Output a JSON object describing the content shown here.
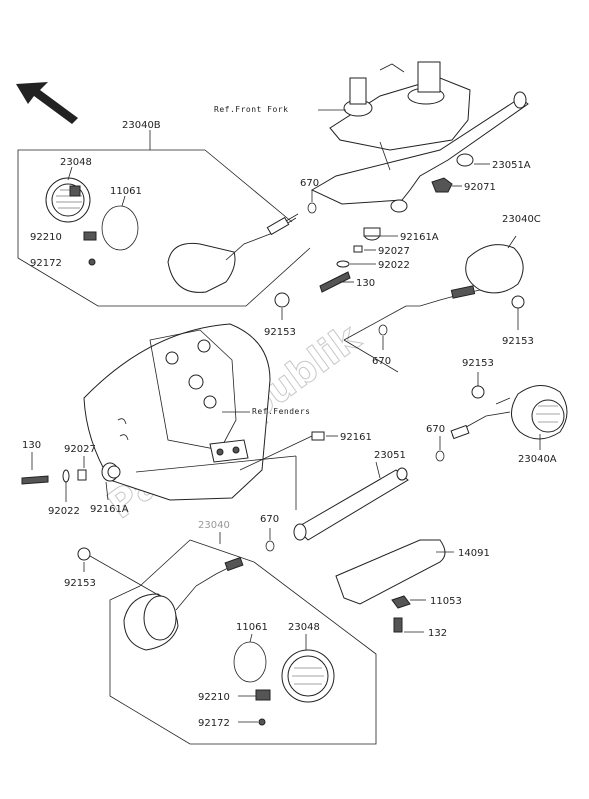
{
  "watermark": "PartsRepublik",
  "references": {
    "front_fork": "Ref.Front Fork",
    "fenders": "Ref.Fenders"
  },
  "labels": {
    "l23040B": "23040B",
    "l23048_top": "23048",
    "l11061_top": "11061",
    "l92210_top": "92210",
    "l92172_top": "92172",
    "l670_a": "670",
    "l92153_a": "92153",
    "l23051A": "23051A",
    "l92071": "92071",
    "l92161A_top": "92161A",
    "l92027_top": "92027",
    "l92022_top": "92022",
    "l130_top": "130",
    "l23040C": "23040C",
    "l92153_b": "92153",
    "l670_b": "670",
    "l92153_c": "92153",
    "l23040A": "23040A",
    "l670_c": "670",
    "l92161": "92161",
    "l130_left": "130",
    "l92027_left": "92027",
    "l92022_left": "92022",
    "l92161A_left": "92161A",
    "l23051": "23051",
    "l23040": "23040",
    "l670_d": "670",
    "l14091": "14091",
    "l92153_d": "92153",
    "l11053": "11053",
    "l132": "132",
    "l11061_bot": "11061",
    "l23048_bot": "23048",
    "l92210_bot": "92210",
    "l92172_bot": "92172"
  }
}
